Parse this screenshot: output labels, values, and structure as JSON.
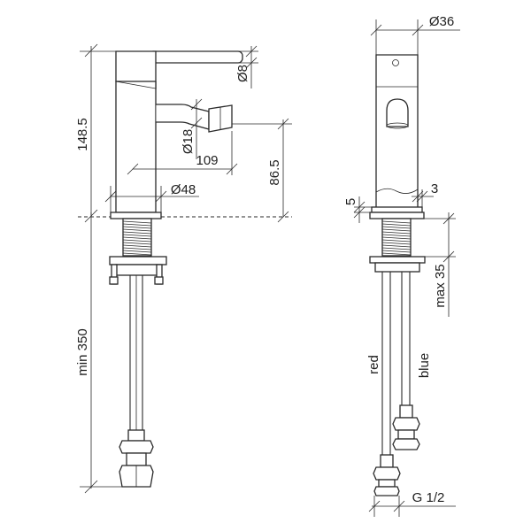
{
  "labels": {
    "height_total": "148.5",
    "outlet_height": "86.5",
    "lever_diameter": "Ø8",
    "spout_diameter": "Ø18",
    "spout_reach": "109",
    "base_diameter": "Ø48",
    "supply_length": "min 350",
    "body_diameter": "Ø36",
    "base_height": "5",
    "base_offset": "3",
    "max_thickness": "max 35",
    "hose_red": "red",
    "hose_blue": "blue",
    "connection_thread": "G 1/2"
  }
}
